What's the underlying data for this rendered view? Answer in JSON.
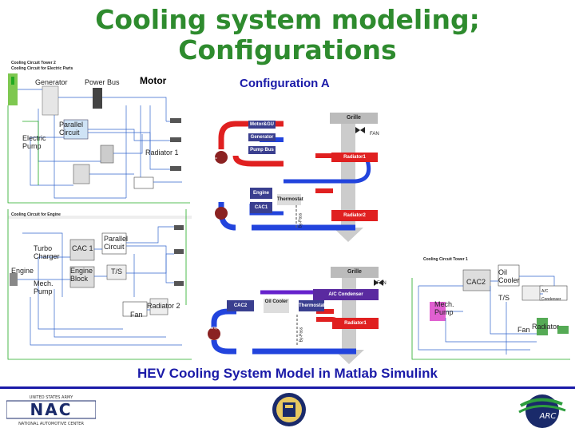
{
  "title": {
    "line1": "Cooling system modeling;",
    "line2": "Configurations"
  },
  "top_left": {
    "header1": "Cooling Circuit Tower 2",
    "header2": "Cooling Circuit for Electric Parts",
    "generator": "Generator",
    "power_bus": "Power Bus",
    "motor": "Motor",
    "parallel_circuit": "Parallel Circuit",
    "electric_pump": "Electric Pump",
    "radiator1": "Radiator 1",
    "engine_header": "Cooling Circuit for Engine",
    "turbo_charger": "Turbo Charger",
    "cac1": "CAC 1",
    "parallel_circuit2": "Parallel Circuit",
    "engine": "Engine",
    "engine_block": "Engine Block",
    "ts": "T/S",
    "mech_pump": "Mech. Pump",
    "radiator2": "Radiator 2",
    "fan": "Fan"
  },
  "config_a": {
    "heading": "Configuration A",
    "grille": "Grille",
    "fan": "FAN",
    "motor_gen": "Motor&GU",
    "generator": "Generator",
    "pump_bus": "Pump Bus",
    "electric_pump": "Electric Pump",
    "radiator1": "Radiator1",
    "engine": "Engine",
    "thermostat": "Thermostat",
    "cac1": "CAC1",
    "pump": "Pump",
    "bypass": "By-Pass",
    "radiator2": "Radiator2"
  },
  "config_b": {
    "grille": "Grille",
    "fan": "FAN",
    "ac_condenser": "A/C Condenser",
    "cac2": "CAC2",
    "oil_cooler": "Oil Cooler",
    "thermostat": "Thermostat",
    "pump": "Pump",
    "bypass": "By-Pass",
    "radiator1": "Radiator1"
  },
  "bottom_right": {
    "header": "Cooling Circuit Tower 1",
    "cac2": "CAC2",
    "oil_cooler": "Oil Cooler",
    "ts": "T/S",
    "ac_condenser": "A/C Condenser",
    "mech_pump": "Mech. Pump",
    "fan": "Fan",
    "radiator": "Radiator"
  },
  "caption": "HEV Cooling System Model in Matlab Simulink",
  "footer": {
    "nac_text": "NAC",
    "nac_sub": "NATIONAL AUTOMOTIVE CENTER",
    "nac_top": "UNITED STATES ARMY",
    "arc": "ARC"
  }
}
